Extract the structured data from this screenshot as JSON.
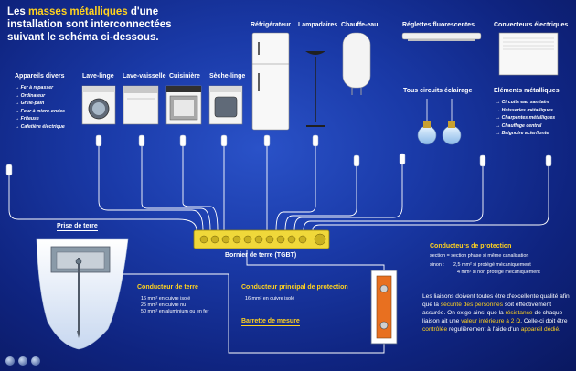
{
  "title": {
    "p1": "Les ",
    "p2": "masses métalliques",
    "p3": " d'une installation sont interconnectées suivant le schéma ci-dessous."
  },
  "appliances": {
    "divers": "Appareils divers",
    "lave_linge": "Lave-linge",
    "lave_vaisselle": "Lave-vaisselle",
    "cuisiniere": "Cuisinière",
    "seche_linge": "Sèche-linge",
    "refrigerateur": "Réfrigérateur",
    "lampadaires": "Lampadaires",
    "chauffe_eau": "Chauffe-eau",
    "reglettes": "Réglettes fluorescentes",
    "convecteurs": "Convecteurs électriques",
    "eclairage": "Tous circuits éclairage",
    "elements": "Eléments métalliques"
  },
  "divers_items": [
    "Fer à repasser",
    "Ordinateur",
    "Grille-pain",
    "Four à micro-ondes",
    "Friteuse",
    "Cafetière électrique"
  ],
  "metal_items": [
    "Circuits eau sanitaire",
    "Huisseries métalliques",
    "Charpentes métalliques",
    "Chauffage central",
    "Baignoire acier/fonte"
  ],
  "labels": {
    "prise_terre": "Prise de terre",
    "bornier": "Bornier de terre  (TGBT)",
    "cond_terre": "Conducteur de terre",
    "cond_terre_specs": [
      "16 mm² en cuivre isolé",
      "25 mm² en cuivre nu",
      "50 mm² en aluminium ou en fer"
    ],
    "cond_principal": "Conducteur principal de protection",
    "cond_principal_spec": "16 mm² en cuivre isolé",
    "barrette": "Barrette de mesure",
    "cond_protection": "Conducteurs de protection",
    "cond_protection_note": "section = section phase si même canalisation",
    "sinon": "sinon :",
    "sinon_1": "2,5 mm² si protégé mécaniquement",
    "sinon_2": "4 mm² si non protégé mécaniquement"
  },
  "info": {
    "t1": "Les liaisons doivent toutes être d'excellente qualité afin que la ",
    "t2": "sécurité des personnes",
    "t3": " soit effectivement assurée. On exige ainsi que la ",
    "t4": "résistance",
    "t5": " de chaque liaison ait une ",
    "t6": "valeur inférieure à 2 Ω",
    "t7": ". Celle-ci doit être ",
    "t8": "contrôlée",
    "t9": " régulièrement à l'aide d'un ",
    "t10": "appareil dédié",
    "t11": "."
  },
  "colors": {
    "background": "#1a3aa8",
    "accent": "#ffd21e",
    "text": "#ffffff"
  }
}
